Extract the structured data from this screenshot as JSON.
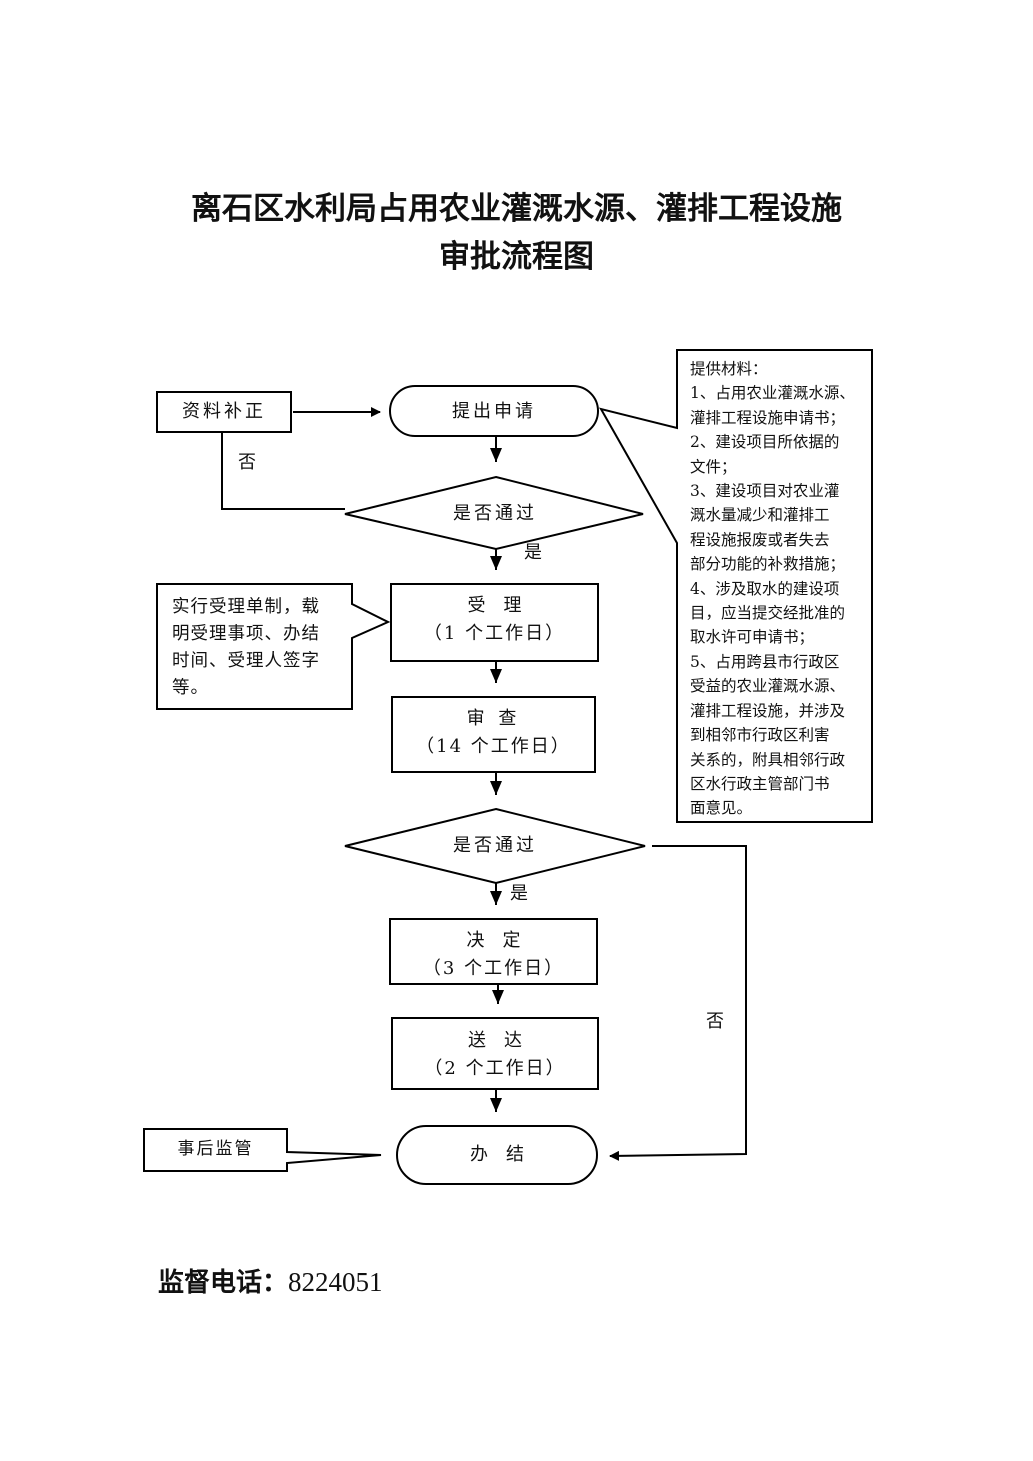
{
  "title": {
    "line1": "离石区水利局占用农业灌溉水源、灌排工程设施",
    "line2": "审批流程图"
  },
  "nodes": {
    "supplement": "资料补正",
    "apply": "提出申请",
    "check1": "是否通过",
    "accept": {
      "name": "受　理",
      "days": "（1 个工作日）"
    },
    "review": {
      "name": "审 查",
      "days": "（14 个工作日）"
    },
    "check2": "是否通过",
    "decide": {
      "name": "决　定",
      "days": "（3 个工作日）"
    },
    "deliver": {
      "name": "送　达",
      "days": "（2 个工作日）"
    },
    "finish": "办　结"
  },
  "edge_labels": {
    "check1_no": "否",
    "check1_yes": "是",
    "check2_yes": "是",
    "check2_no": "否"
  },
  "callouts": {
    "materials": "提供材料：\n1、占用农业灌溉水源、\n灌排工程设施申请书；\n2、建设项目所依据的\n文件；\n3、建设项目对农业灌\n溉水量减少和灌排工\n程设施报废或者失去\n部分功能的补救措施；\n4、涉及取水的建设项\n目，应当提交经批准的\n取水许可申请书；\n5、占用跨县市行政区\n受益的农业灌溉水源、\n灌排工程设施，并涉及\n到相邻市行政区利害\n关系的，附具相邻行政\n区水行政主管部门书\n面意见。",
    "acceptance": "实行受理单制，载\n明受理事项、办结\n时间、受理人签字\n等。",
    "supervision": "事后监管"
  },
  "footer": {
    "phone_label": "监督电话：",
    "phone_number": "8224051"
  }
}
